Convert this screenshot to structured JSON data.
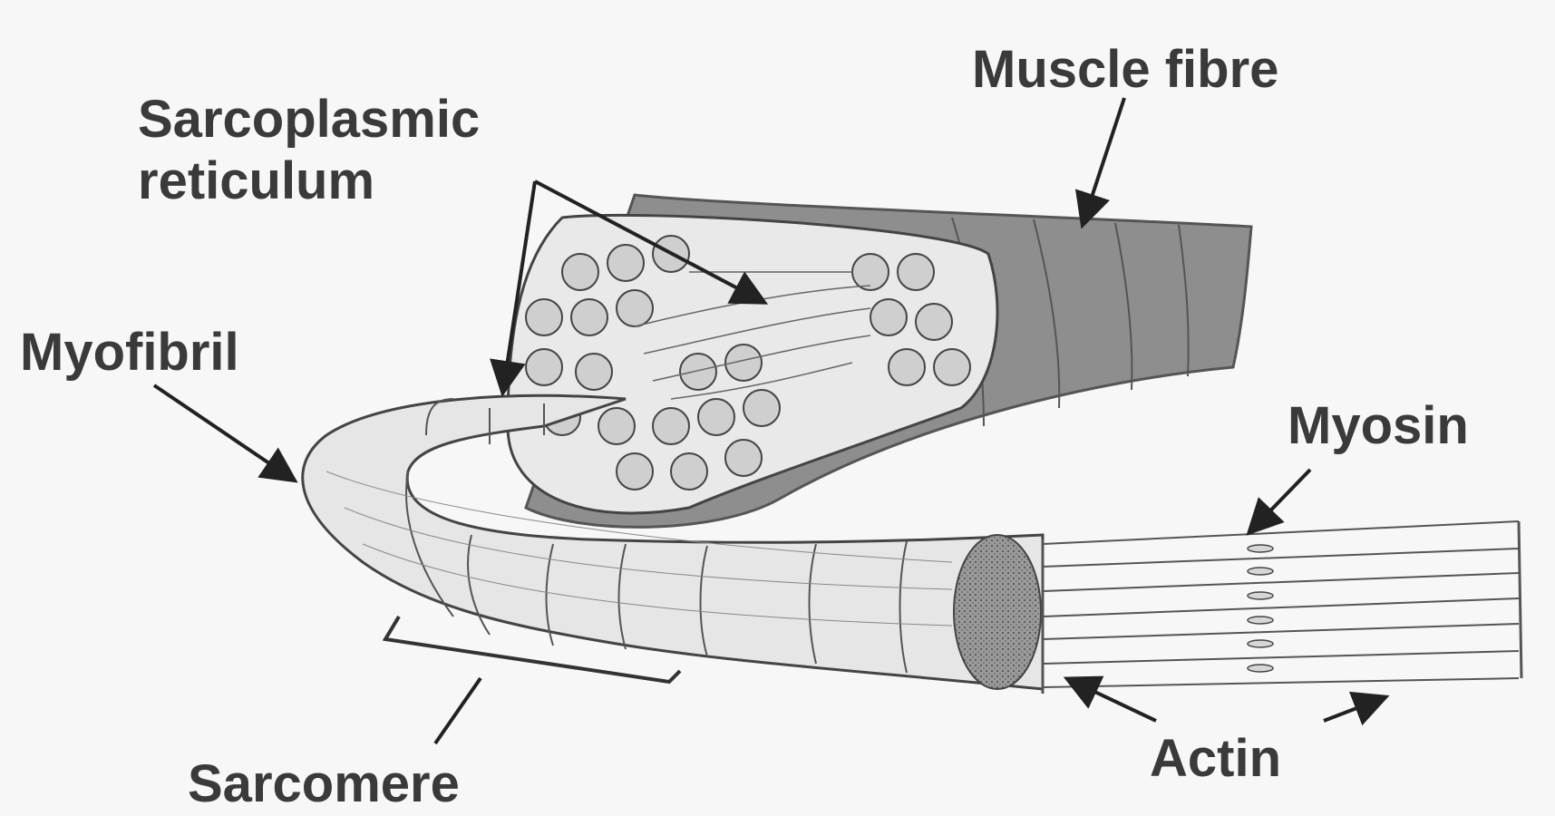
{
  "labels": {
    "muscle_fibre": "Muscle fibre",
    "sarcoplasmic_reticulum_line1": "Sarcoplasmic",
    "sarcoplasmic_reticulum_line2": "reticulum",
    "myofibril": "Myofibril",
    "myosin": "Myosin",
    "actin": "Actin",
    "sarcomere": "Sarcomere"
  },
  "colors": {
    "background": "#f7f7f7",
    "fibre_membrane": "#8e8e8e",
    "myofibril_fill": "#e6e6e6",
    "outline": "#444444",
    "label_text": "#3a3a3a"
  }
}
